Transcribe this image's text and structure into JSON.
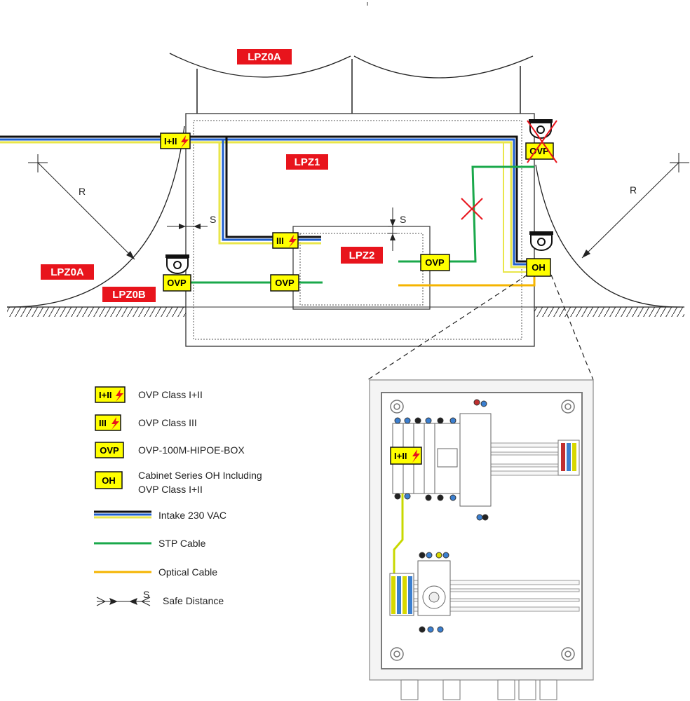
{
  "zones": {
    "lpz0a_top": "LPZ0A",
    "lpz1": "LPZ1",
    "lpz2": "LPZ2",
    "lpz0a_left": "LPZ0A",
    "lpz0b": "LPZ0B"
  },
  "badges": {
    "class12": "I+II",
    "class3": "III",
    "ovp": "OVP",
    "oh": "OH"
  },
  "labels": {
    "r": "R",
    "s": "S"
  },
  "legend": {
    "class12": "OVP Class I+II",
    "class3": "OVP Class III",
    "ovp": "OVP-100M-HIPOE-BOX",
    "oh_line1": "Cabinet Series OH Including",
    "oh_line2": "OVP Class I+II",
    "intake": "Intake 230 VAC",
    "stp": "STP Cable",
    "optical": "Optical Cable",
    "safe": "Safe Distance"
  },
  "colors": {
    "zone_red": "#e8141c",
    "badge_yellow": "#ffff00",
    "stp_green": "#1aa84b",
    "optical_orange": "#f5b400",
    "lightning_red": "#e8141c",
    "intake_black": "#111111",
    "intake_blue": "#1f5fcf",
    "intake_yellow": "#e9e64a"
  }
}
